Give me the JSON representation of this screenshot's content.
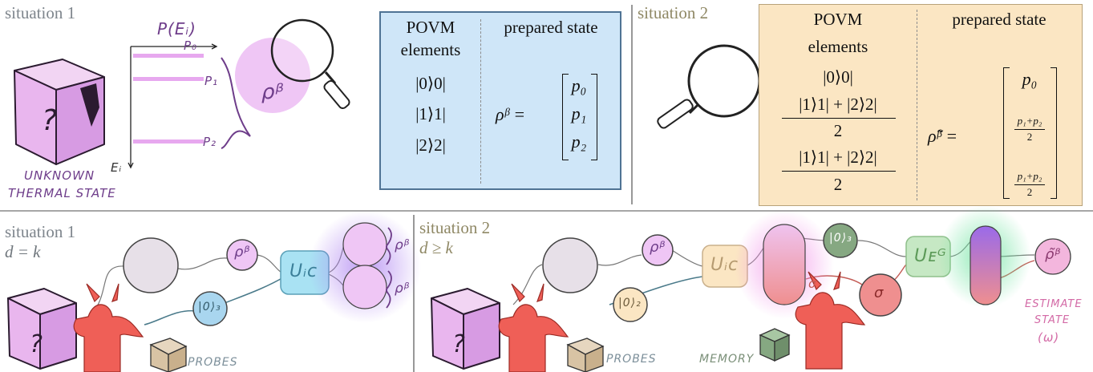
{
  "top_left": {
    "situation_label": "situation 1",
    "prob_label": "P(Eᵢ)",
    "energy_label": "Eᵢ",
    "level_labels": [
      "P₀",
      "P₁",
      "P₂"
    ],
    "rho_label": "ρᵝ",
    "unknown_line1": "UNKNOWN",
    "unknown_line2": "THERMAL STATE",
    "box_mark": "?",
    "table": {
      "col1_header_line1": "POVM",
      "col1_header_line2": "elements",
      "col2_header": "prepared state",
      "povm": [
        "|0⟩0|",
        "|1⟩1|",
        "|2⟩2|"
      ],
      "rho_lhs": "ρᵝ =",
      "vector": [
        "p₀",
        "p₁",
        "p₂"
      ]
    }
  },
  "top_right": {
    "situation_label": "situation 2",
    "table": {
      "col1_header_line1": "POVM",
      "col1_header_line2": "elements",
      "col2_header": "prepared state",
      "povm_first": "|0⟩0|",
      "frac_numerator": "|1⟩1| + |2⟩2|",
      "frac_denominator": "2",
      "rho_lhs": "ρ̃ᵝ =",
      "vector_top": "p₀",
      "vector_frac_num": "p₁+p₂",
      "vector_frac_den": "2"
    }
  },
  "bottom_left": {
    "situation_label": "situation 1",
    "relation": "d = k",
    "rho_node": "ρᵝ",
    "probe_node": "|0⟩₃",
    "unitary": "Uᵢc",
    "output_labels": [
      "ρᵝ",
      "ρᵝ"
    ],
    "probes_label": "PROBES",
    "box_mark": "?"
  },
  "bottom_right": {
    "situation_label": "situation 2",
    "relation": "d ≥ k",
    "rho_node": "ρᵝ",
    "probe_node": "|0⟩₂",
    "unitary_1": "Uᵢc",
    "memory_node": "|0⟩₃",
    "sigma_node": "σ",
    "sigma_side": "σ",
    "unitary_2": "Uᴇᴳ",
    "estimate_node": "ρ̃ᵝ",
    "probes_label": "PROBES",
    "memory_label": "MEMORY",
    "estimate_line1": "ESTIMATE",
    "estimate_line2": "STATE",
    "estimate_line3": "(ω)",
    "box_mark": "?"
  },
  "colors": {
    "blue_box": "#cfe6f8",
    "orange_box": "#fbe6c3",
    "purple": "#6e3d8a",
    "lilac": "#efc6f5",
    "demon_red": "#ef5f57",
    "pink_text": "#d36aa6"
  }
}
